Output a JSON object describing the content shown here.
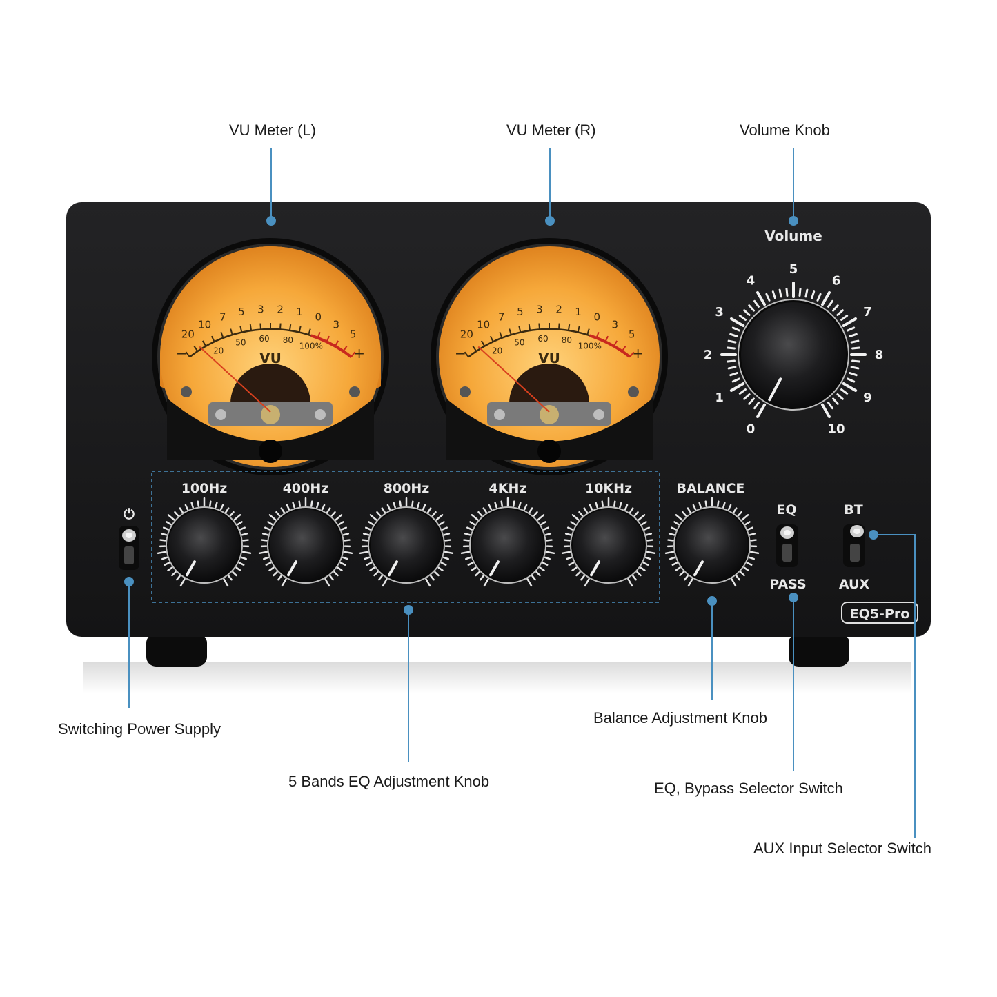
{
  "callouts": {
    "vu_left": "VU Meter (L)",
    "vu_right": "VU Meter (R)",
    "volume_knob": "Volume Knob",
    "power_supply": "Switching Power Supply",
    "eq_knobs": "5 Bands EQ Adjustment Knob",
    "balance_knob": "Balance Adjustment Knob",
    "eq_bypass_switch": "EQ, Bypass Selector Switch",
    "aux_switch": "AUX Input Selector Switch"
  },
  "panel": {
    "volume_label": "Volume",
    "volume_scale": [
      "0",
      "1",
      "2",
      "3",
      "4",
      "5",
      "6",
      "7",
      "8",
      "9",
      "10"
    ],
    "eq_bands": [
      "100Hz",
      "400Hz",
      "800Hz",
      "4KHz",
      "10KHz"
    ],
    "balance_label": "BALANCE",
    "eq_switch_top": "EQ",
    "eq_switch_bottom": "PASS",
    "input_switch_top": "BT",
    "input_switch_bottom": "AUX",
    "model": "EQ5-Pro",
    "power_symbol": "⏻"
  },
  "vu_meter": {
    "label": "VU",
    "db_scale": [
      "20",
      "10",
      "7",
      "5",
      "3",
      "2",
      "1",
      "0",
      "3",
      "5"
    ],
    "percent_scale": [
      "20",
      "50",
      "60",
      "80",
      "100%"
    ],
    "minus": "−",
    "plus": "+"
  },
  "colors": {
    "callout_line": "#4a90c0",
    "panel": "#1c1c1e",
    "meter_face": "#f6a83a",
    "meter_red": "#c8281e",
    "needle": "#d8401e"
  }
}
